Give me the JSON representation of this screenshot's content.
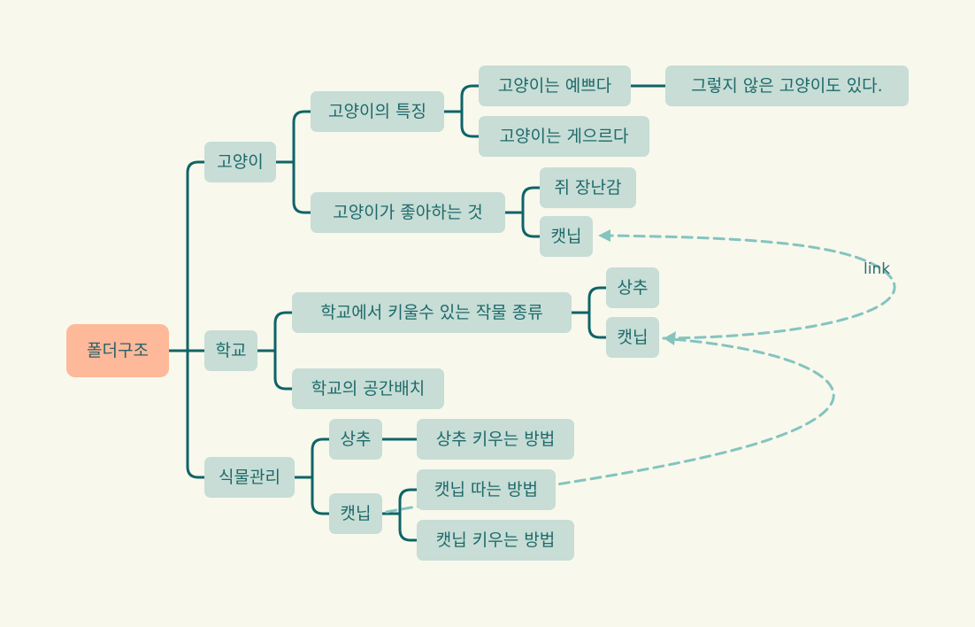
{
  "colors": {
    "background": "#f8f8ec",
    "node_fill": "#c7ddd6",
    "root_fill": "#fdb99a",
    "node_text": "#1e6a6a",
    "branch_line": "#0e6467",
    "link_line": "#84c4bf"
  },
  "mindmap": {
    "root": "폴더구조",
    "nodes": {
      "cat": "고양이",
      "cat_traits": "고양이의 특징",
      "cat_pretty": "고양이는 예쁘다",
      "cat_not_all": "그렇지 않은 고양이도 있다.",
      "cat_lazy": "고양이는 게으르다",
      "cat_likes": "고양이가 좋아하는 것",
      "mouse_toy": "쥐 장난감",
      "catnip_a": "캣닙",
      "school": "학교",
      "school_crops": "학교에서 키울수 있는 작물 종류",
      "lettuce_a": "상추",
      "catnip_b": "캣닙",
      "school_layout": "학교의 공간배치",
      "plant_care": "식물관리",
      "lettuce_b": "상추",
      "lettuce_grow": "상추 키우는 방법",
      "catnip_c": "캣닙",
      "catnip_pick": "캣닙 따는 방법",
      "catnip_grow": "캣닙 키우는 방법"
    },
    "link_label": "link"
  }
}
